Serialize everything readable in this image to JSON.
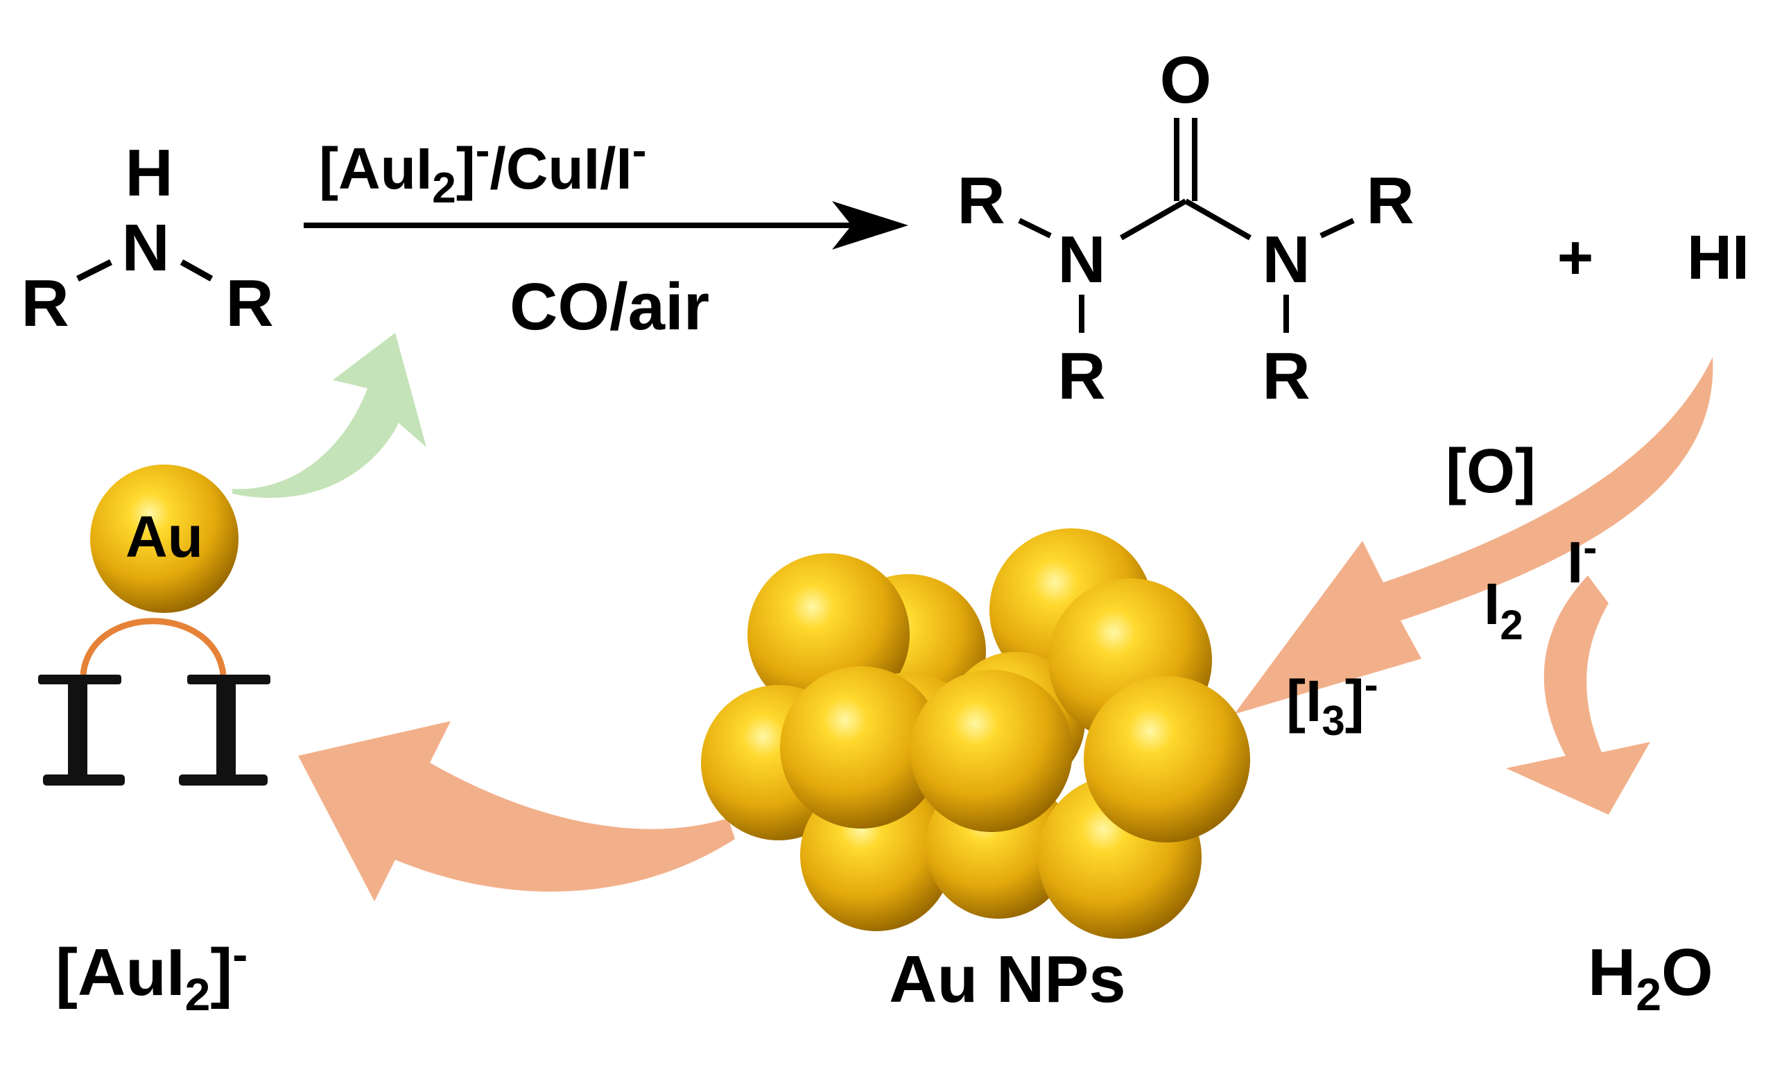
{
  "reaction": {
    "reagent": {
      "main": "[AuI",
      "sub": "2",
      "sup": "-",
      "rest": "/CuI/I",
      "sup2": "-"
    },
    "conditions": "CO/air",
    "plus": "+",
    "byproduct": "HI"
  },
  "amine": {
    "h": "H",
    "n": "N",
    "r": "R"
  },
  "urea": {
    "o": "O",
    "n": "N",
    "r": "R"
  },
  "cycle": {
    "oxidant": "[O]",
    "iodide": {
      "base": "I",
      "sup": "-"
    },
    "iodine": {
      "base": "I",
      "sub": "2"
    },
    "triiodide": {
      "open": "[I",
      "sub": "3",
      "close": "]",
      "sup": "-"
    },
    "water": {
      "h": "H",
      "sub": "2",
      "o": "O"
    },
    "nanoparticles_label": "Au NPs",
    "au_atom": "Au",
    "aui2": {
      "open": "[AuI",
      "sub": "2",
      "close": "]",
      "sup": "-"
    }
  },
  "colors": {
    "gold": "#e9b40e",
    "arrow_orange": "#f2b08a",
    "arrow_green": "#c5e3b8",
    "ligand_arc": "#e58237"
  }
}
